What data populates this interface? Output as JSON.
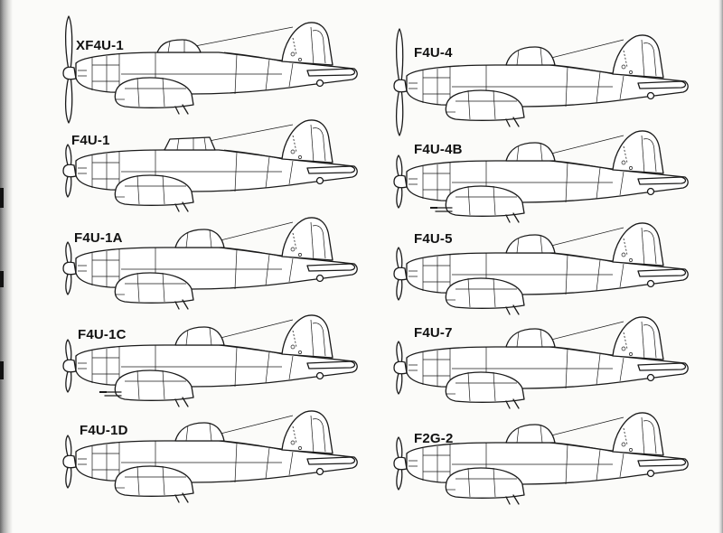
{
  "aircraft": [
    {
      "label": "XF4U-1",
      "variant": "prototype"
    },
    {
      "label": "F4U-1",
      "variant": "birdcage"
    },
    {
      "label": "F4U-1A",
      "variant": "bubble"
    },
    {
      "label": "F4U-1C",
      "variant": "cannon"
    },
    {
      "label": "F4U-1D",
      "variant": "bubble"
    },
    {
      "label": "F4U-4",
      "variant": "late"
    },
    {
      "label": "F4U-4B",
      "variant": "cannon"
    },
    {
      "label": "F4U-5",
      "variant": "late"
    },
    {
      "label": "F4U-7",
      "variant": "late"
    },
    {
      "label": "F2G-2",
      "variant": "bubble"
    }
  ]
}
